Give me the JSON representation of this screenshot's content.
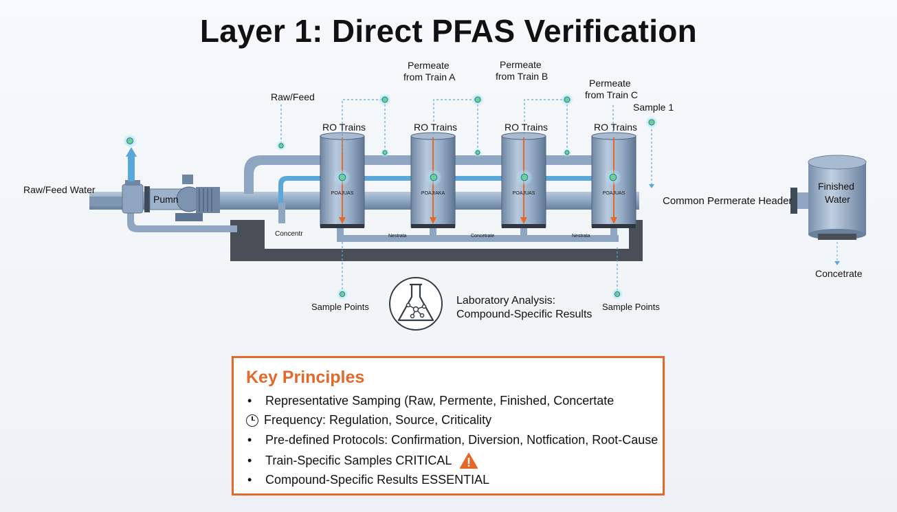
{
  "title": "Layer 1: Direct PFAS Verification",
  "labels": {
    "raw_feed_water": "Raw/Feed Water",
    "pump": "Pumn",
    "raw_feed": "Raw/Feed",
    "ro_trains": [
      "RO Trains",
      "RO Trains",
      "RO Trains",
      "RO Trains"
    ],
    "vessel_text": [
      "POAJUAS",
      "POAJIAKA",
      "POAJUAS",
      "POAJUAS"
    ],
    "permeate": [
      "Permeate",
      "from Train A",
      "Permeate",
      "from Train B",
      "Permeate",
      "from Train C"
    ],
    "sample_1": "Sample 1",
    "concentrate_vertical": "Concentr",
    "concentrate_labels": [
      "Nestrata",
      "Concetrate",
      "Nestrata"
    ],
    "common_header": "Common Permerate Header",
    "finished_water": [
      "Finished",
      "Water"
    ],
    "concetrate": "Concetrate",
    "sample_points": [
      "Sample Points",
      "Sample Points"
    ],
    "lab_analysis": [
      "Laboratory Analysis:",
      "Compound-Specific Results"
    ]
  },
  "key_principles": {
    "title": "Key Principles",
    "items": [
      "Representative Samping (Raw, Permente, Finished, Concertate",
      "Frequency: Regulation, Source, Criticality",
      "Pre-defined Protocols: Confirmation, Diversion, Notfication, Root-Cause",
      "Train-Specific Samples CRITICAL",
      "Compound-Specific Results ESSENTIAL"
    ],
    "bullet": "•"
  },
  "colors": {
    "pipe": "#8ea6c2",
    "pipe_dark": "#5d7592",
    "flow": "#5aa8d8",
    "accent": "#e2692a",
    "sample_glow": "#7fd3ee",
    "base": "#4a4f57"
  }
}
